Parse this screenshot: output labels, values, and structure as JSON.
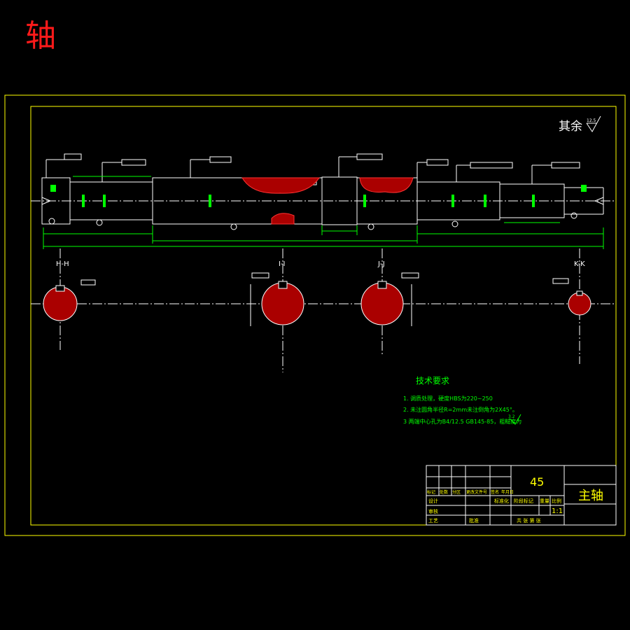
{
  "corner_title": "轴",
  "drawing": {
    "surface_finish_note": "其余",
    "surface_finish_value": "12.5",
    "sections": [
      {
        "id": "section-h",
        "label": "H-H"
      },
      {
        "id": "section-i",
        "label": "I-I"
      },
      {
        "id": "section-j",
        "label": "J-J"
      },
      {
        "id": "section-k",
        "label": "K-K"
      }
    ],
    "colors": {
      "frame": "#ffff00",
      "lines": "#ffffff",
      "dimensions": "#00ff00",
      "hatch": "#ff0000",
      "title_text": "#ffff00"
    }
  },
  "tech_requirements": {
    "heading": "技术要求",
    "items": [
      "1.  调质处理，硬度HBS为220~250",
      "2.  未注圆角半径R=2mm未注倒角为2X45°。",
      "3    两端中心孔为B4/12.5 GB145-85，粗糙度为"
    ],
    "item3_roughness": "3.2"
  },
  "title_block": {
    "material": "45",
    "part_name": "主轴",
    "scale": "1:1",
    "row_header_labels": [
      "标记",
      "处数",
      "分区",
      "更改文件号",
      "签名",
      "年月日"
    ],
    "designer_label": "设计",
    "standard_label": "标准化",
    "stage_label": "阶段标记",
    "weight_label": "重量",
    "scale_label": "比例",
    "review_label": "审核",
    "process_label": "工艺",
    "approve_label": "批准",
    "sheet_label": "共 张 第 张"
  }
}
